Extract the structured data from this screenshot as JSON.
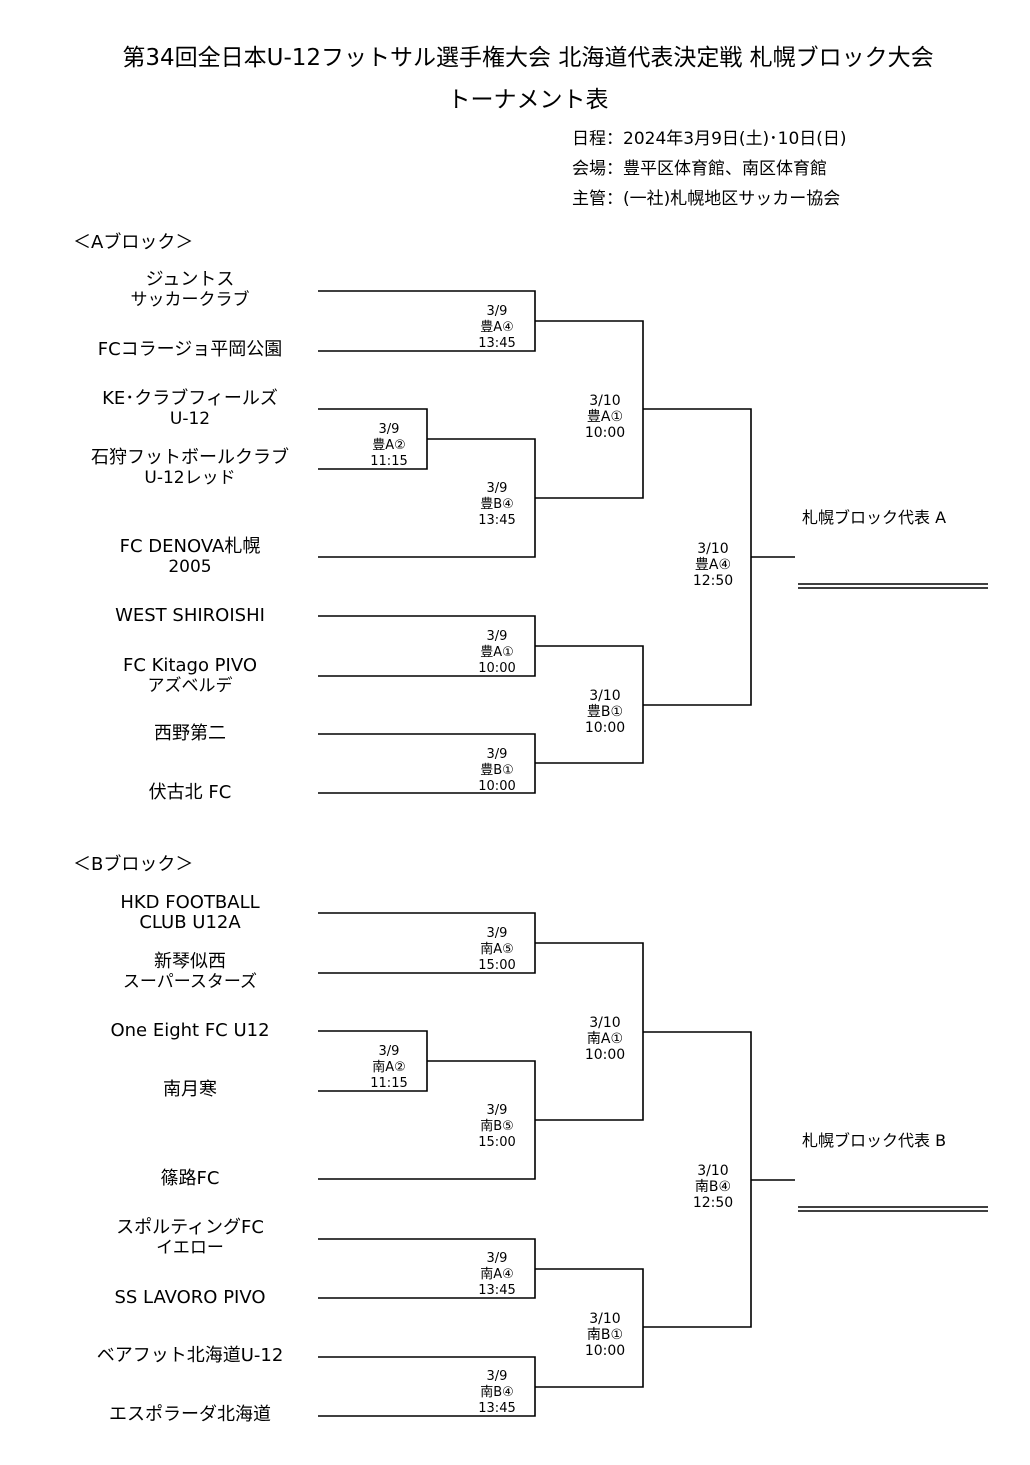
{
  "header": {
    "title": "第34回全日本U-12フットサル選手権大会 北海道代表決定戦 札幌ブロック大会",
    "subtitle": "トーナメント表",
    "info": [
      "日程：2024年3月9日(土)･10日(日)",
      "会場：豊平区体育館、南区体育館",
      "主管：(一社)札幌地区サッカー協会"
    ]
  },
  "block_a": {
    "label": "＜Aブロック＞",
    "teams": [
      {
        "l1": "ジュントス",
        "l2": "サッカークラブ"
      },
      {
        "l1": "FCコラージョ平岡公園",
        "l2": ""
      },
      {
        "l1": "KE･クラブフィールズ",
        "l2": "U-12"
      },
      {
        "l1": "石狩フットボールクラブ",
        "l2": "U-12レッド"
      },
      {
        "l1": "FC DENOVA札幌",
        "l2": "2005"
      },
      {
        "l1": "WEST SHIROISHI",
        "l2": ""
      },
      {
        "l1": "FC Kitago PIVO",
        "l2": "アズベルデ"
      },
      {
        "l1": "西野第二",
        "l2": ""
      },
      {
        "l1": "伏古北 FC",
        "l2": ""
      }
    ],
    "matches": {
      "r1a": {
        "date": "3/9",
        "venue": "豊A④",
        "time": "13:45"
      },
      "pre": {
        "date": "3/9",
        "venue": "豊A②",
        "time": "11:15"
      },
      "r1b": {
        "date": "3/9",
        "venue": "豊B④",
        "time": "13:45"
      },
      "r1c": {
        "date": "3/9",
        "venue": "豊A①",
        "time": "10:00"
      },
      "r1d": {
        "date": "3/9",
        "venue": "豊B①",
        "time": "10:00"
      },
      "r2a": {
        "date": "3/10",
        "venue": "豊A①",
        "time": "10:00"
      },
      "r2b": {
        "date": "3/10",
        "venue": "豊B①",
        "time": "10:00"
      },
      "final": {
        "date": "3/10",
        "venue": "豊A④",
        "time": "12:50"
      }
    },
    "representative": "札幌ブロック代表 A"
  },
  "block_b": {
    "label": "＜Bブロック＞",
    "teams": [
      {
        "l1": "HKD FOOTBALL",
        "l2": "CLUB U12A"
      },
      {
        "l1": "新琴似西",
        "l2": "スーパースターズ"
      },
      {
        "l1": "One Eight FC U12",
        "l2": ""
      },
      {
        "l1": "南月寒",
        "l2": ""
      },
      {
        "l1": "篠路FC",
        "l2": ""
      },
      {
        "l1": "スポルティングFC",
        "l2": "イエロー"
      },
      {
        "l1": "SS LAVORO PIVO",
        "l2": ""
      },
      {
        "l1": "ベアフット北海道U-12",
        "l2": ""
      },
      {
        "l1": "エスポラーダ北海道",
        "l2": ""
      }
    ],
    "matches": {
      "r1a": {
        "date": "3/9",
        "venue": "南A⑤",
        "time": "15:00"
      },
      "pre": {
        "date": "3/9",
        "venue": "南A②",
        "time": "11:15"
      },
      "r1b": {
        "date": "3/9",
        "venue": "南B⑤",
        "time": "15:00"
      },
      "r1c": {
        "date": "3/9",
        "venue": "南A④",
        "time": "13:45"
      },
      "r1d": {
        "date": "3/9",
        "venue": "南B④",
        "time": "13:45"
      },
      "r2a": {
        "date": "3/10",
        "venue": "南A①",
        "time": "10:00"
      },
      "r2b": {
        "date": "3/10",
        "venue": "南B①",
        "time": "10:00"
      },
      "final": {
        "date": "3/10",
        "venue": "南B④",
        "time": "12:50"
      }
    },
    "representative": "札幌ブロック代表 B"
  }
}
